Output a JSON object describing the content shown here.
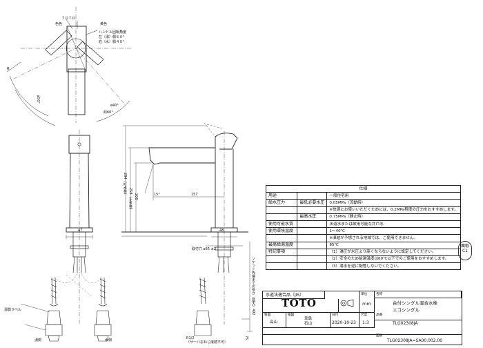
{
  "labels": {
    "toto": "T O T O",
    "color1": "色色",
    "color2": "黄色",
    "handle_angle_title": "ハンドル回転角度",
    "handle_angle_left": "左（湯）側６０°",
    "handle_angle_right": "右（水）側４０°",
    "r_label": "R",
    "r_value": "ø50°",
    "fan_angle": "約60°",
    "fan_angle2": "ø40°",
    "dim_47": "47",
    "dim_48": "48",
    "dim_157": "157",
    "dim_15deg": "15°",
    "dim_200": "200",
    "dim_258": "258（止水栓）",
    "dim_284": "284（吐水栓）",
    "mount_hole": "取付穴 ø35 ±2",
    "socket_length": "ソケット先端までの長さ（最大）492",
    "dim_75": "75",
    "hot_label": "湯側ラベル",
    "hot_side": "湯側",
    "water_side": "水側",
    "pipe_note1": "R1/2",
    "pipe_note2": "（サーバおねじ接続不可）"
  },
  "spec": {
    "heading": "仕様",
    "rows": [
      {
        "label": "用途",
        "sub": "",
        "value": "一般住宅用"
      },
      {
        "label": "給水圧力",
        "sub": "最低必要水圧",
        "value": "0.05MPa（流動時）"
      },
      {
        "label": "",
        "sub": "",
        "value": "※快適にお使いいただくためには、0.2MPa程度の圧力をおすすめします。"
      },
      {
        "label": "",
        "sub": "最高水圧",
        "value": "0.75MPa（静止時）"
      },
      {
        "label": "使用可能水質",
        "sub": "",
        "value": "水道水または飲用可能な井戸水"
      },
      {
        "label": "使用環境温度",
        "sub": "",
        "value": "1～40℃"
      },
      {
        "label": "",
        "sub": "",
        "value": "※凍結が予想される地域では、ご使用できません。"
      },
      {
        "label": "最高給湯温度",
        "sub": "",
        "value": "85℃"
      },
      {
        "label": "特記事項",
        "sub": "",
        "value": "（1）湯圧が水圧より高くならないように設定してください。"
      },
      {
        "label": "",
        "sub": "",
        "value": "（2）安全のため給湯温度は60℃以下でのご使用をおすすめします。"
      },
      {
        "label": "",
        "sub": "",
        "value": "（3）湯水を逆に配管しないでください。"
      }
    ]
  },
  "stamp": {
    "line1": "面取",
    "line2": "C1"
  },
  "title_block": {
    "standard": "水道法適合品（JIS）",
    "logo": "TOTO",
    "unit_label": "単位",
    "unit": "mm",
    "name_label": "名称",
    "name": "台付シングル混合水栓",
    "sub_name": "エコシングル",
    "drafter_label": "製図",
    "drafter": "高山",
    "checker_label": "検図",
    "checker1": "幸島",
    "checker2": "石山",
    "date_label": "日付",
    "date": "2020-10-23",
    "scale_label": "尺度",
    "scale": "1:3",
    "model_label": "品番",
    "model": "TLG02308JA",
    "drawing_no_label": "図番",
    "drawing_no": "TLG02308JA=SA00.002.00"
  }
}
